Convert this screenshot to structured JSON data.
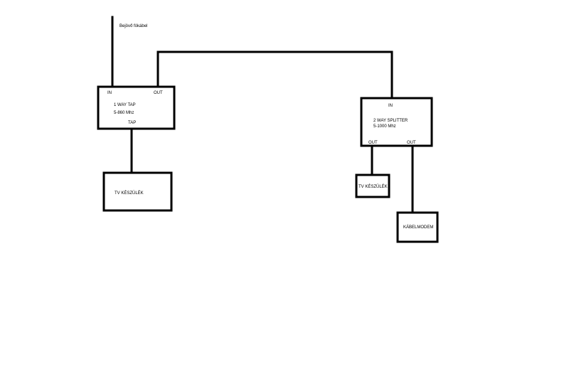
{
  "diagram": {
    "incoming_cable_label": "Bejövő fókábel",
    "tap": {
      "in_label": "IN",
      "out_label": "OUT",
      "name_line1": "1 WAY TAP",
      "name_line2": "5-860 Mhz",
      "tap_label": "TAP"
    },
    "tv_left_label": "TV KÉSZÜLÉK",
    "splitter": {
      "in_label": "IN",
      "name_line1": "2 WAY SPLITTER",
      "name_line2": "5-1000 Mhz",
      "out1_label": "OUT",
      "out2_label": "OUT"
    },
    "tv_right_label": "TV KÉSZÜLÉK",
    "modem_label": "KÁBELMODEM",
    "line_color": "#000000",
    "background_color": "#ffffff"
  }
}
